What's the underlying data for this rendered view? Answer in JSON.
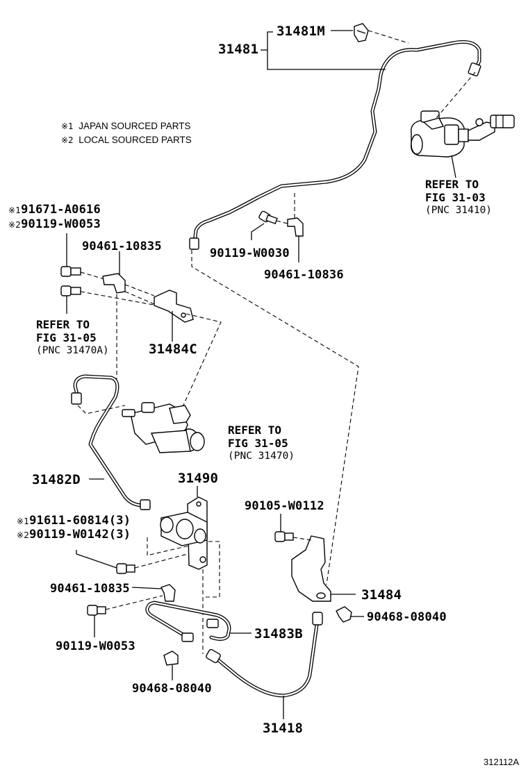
{
  "legend": {
    "note1_mark": "※1",
    "note1_text": "JAPAN SOURCED PARTS",
    "note2_mark": "※2",
    "note2_text": "LOCAL SOURCED PARTS"
  },
  "parts": {
    "p31481M": "31481M",
    "p31481": "31481",
    "p90119W0030": "90119-W0030",
    "p90461_10836": "90461-10836",
    "p91671A0616": "91671-A0616",
    "p90119W0053a": "90119-W0053",
    "p90461_10835a": "90461-10835",
    "p31484C": "31484C",
    "p31482D": "31482D",
    "p31490": "31490",
    "p90105W0112": "90105-W0112",
    "p91611_60814": "91611-60814(3)",
    "p90119W0142": "90119-W0142(3)",
    "p90461_10835b": "90461-10835",
    "p31484": "31484",
    "p90468_08040a": "90468-08040",
    "p90119W0053b": "90119-W0053",
    "p31483B": "31483B",
    "p90468_08040b": "90468-08040",
    "p31418": "31418"
  },
  "marks": {
    "japan": "※1",
    "local": "※2"
  },
  "refs": {
    "r1_title": "REFER TO",
    "r1_fig": "FIG 31-03",
    "r1_pnc": "(PNC 31410)",
    "r2_title": "REFER TO",
    "r2_fig": "FIG 31-05",
    "r2_pnc": "(PNC 31470A)",
    "r3_title": "REFER TO",
    "r3_fig": "FIG 31-05",
    "r3_pnc": "(PNC 31470)"
  },
  "diagram_code": "312112A"
}
